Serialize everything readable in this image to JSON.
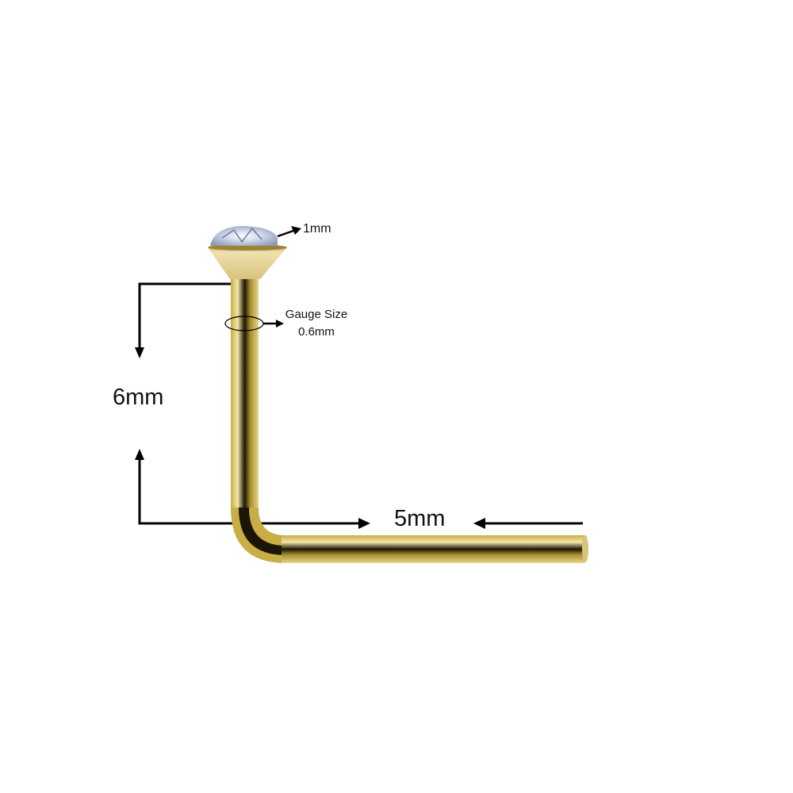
{
  "labels": {
    "stone_size": "1mm",
    "gauge_title": "Gauge Size",
    "gauge_value": "0.6mm",
    "post_length": "6mm",
    "bend_length": "5mm"
  },
  "colors": {
    "gold": "#d9c36a",
    "gold_light": "#f3e7a8",
    "gold_dark": "#8a7420",
    "line": "#000000"
  }
}
